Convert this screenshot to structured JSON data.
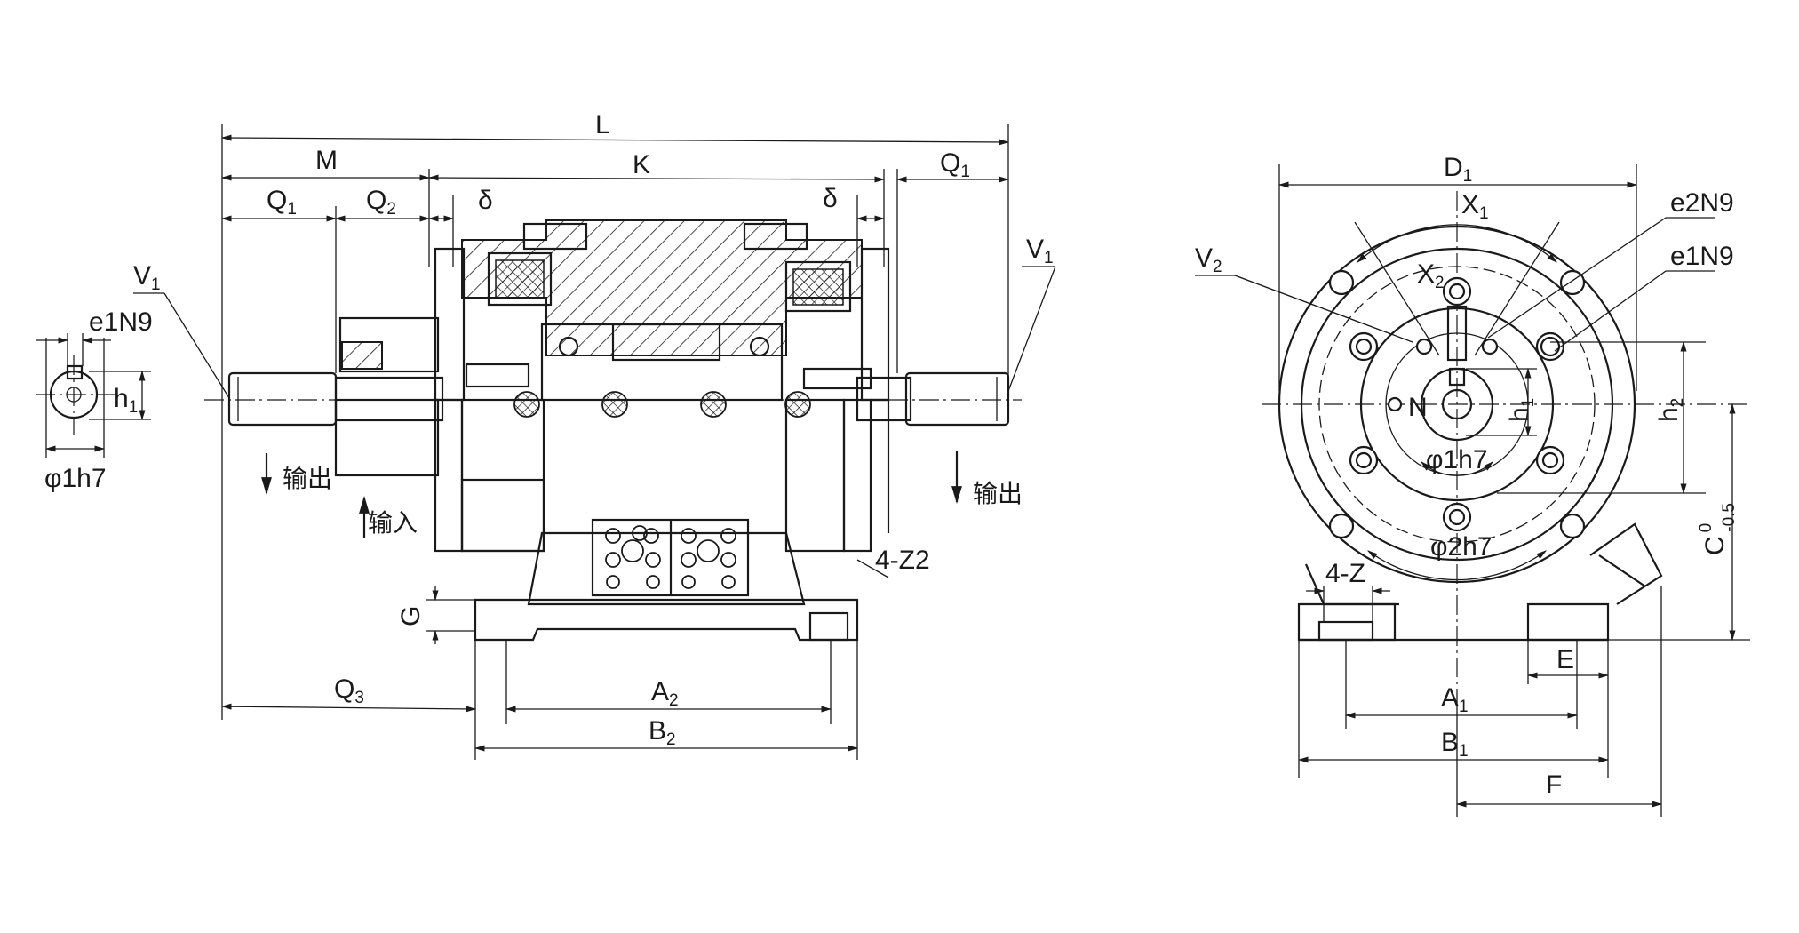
{
  "side_view": {
    "L": "L",
    "M": "M",
    "K": "K",
    "Q1": "Q",
    "Q1_sub": "1",
    "Q2": "Q",
    "Q2_sub": "2",
    "Q3": "Q",
    "Q3_sub": "3",
    "delta": "δ",
    "V1": "V",
    "V1_sub": "1",
    "A2": "A",
    "A2_sub": "2",
    "B2": "B",
    "B2_sub": "2",
    "G": "G",
    "holes": "4-Z2",
    "output": "输出",
    "input": "输入"
  },
  "end_view": {
    "e1N9": "e1N9",
    "h1": "h",
    "h1_sub": "1",
    "phi1h7": "φ1h7"
  },
  "front_view": {
    "D1": "D",
    "D1_sub": "1",
    "X1": "X",
    "X1_sub": "1",
    "X2": "X",
    "X2_sub": "2",
    "V2": "V",
    "V2_sub": "2",
    "e2N9": "e2N9",
    "e1N9": "e1N9",
    "N": "N",
    "h1": "h",
    "h1_sub": "1",
    "h2": "h",
    "h2_sub": "2",
    "phi1h7": "φ1h7",
    "phi2h7": "φ2h7",
    "C": "C",
    "C_tol_upper": "0",
    "C_tol_lower": "-0.5",
    "holes": "4-Z",
    "E": "E",
    "A1": "A",
    "A1_sub": "1",
    "B1": "B",
    "B1_sub": "1",
    "F": "F"
  }
}
